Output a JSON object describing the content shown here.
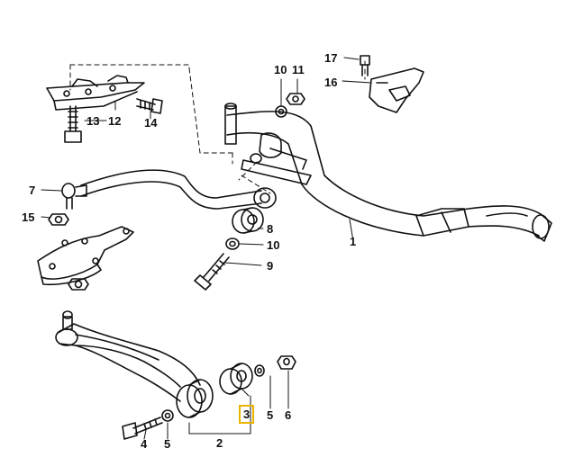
{
  "diagram": {
    "highlight_color": "#e8b400",
    "line_color": "#111111",
    "callouts": [
      {
        "id": "c1",
        "text": "1",
        "highlighted": false
      },
      {
        "id": "c2",
        "text": "2",
        "highlighted": false
      },
      {
        "id": "c3",
        "text": "3",
        "highlighted": true
      },
      {
        "id": "c4",
        "text": "4",
        "highlighted": false
      },
      {
        "id": "c5a",
        "text": "5",
        "highlighted": false
      },
      {
        "id": "c5b",
        "text": "5",
        "highlighted": false
      },
      {
        "id": "c6",
        "text": "6",
        "highlighted": false
      },
      {
        "id": "c7",
        "text": "7",
        "highlighted": false
      },
      {
        "id": "c8",
        "text": "8",
        "highlighted": false
      },
      {
        "id": "c9",
        "text": "9",
        "highlighted": false
      },
      {
        "id": "c10a",
        "text": "10",
        "highlighted": false
      },
      {
        "id": "c10b",
        "text": "10",
        "highlighted": false
      },
      {
        "id": "c11",
        "text": "11",
        "highlighted": false
      },
      {
        "id": "c12",
        "text": "12",
        "highlighted": false
      },
      {
        "id": "c13",
        "text": "13",
        "highlighted": false
      },
      {
        "id": "c14",
        "text": "14",
        "highlighted": false
      },
      {
        "id": "c15",
        "text": "15",
        "highlighted": false
      },
      {
        "id": "c16",
        "text": "16",
        "highlighted": false
      },
      {
        "id": "c17",
        "text": "17",
        "highlighted": false
      }
    ]
  }
}
